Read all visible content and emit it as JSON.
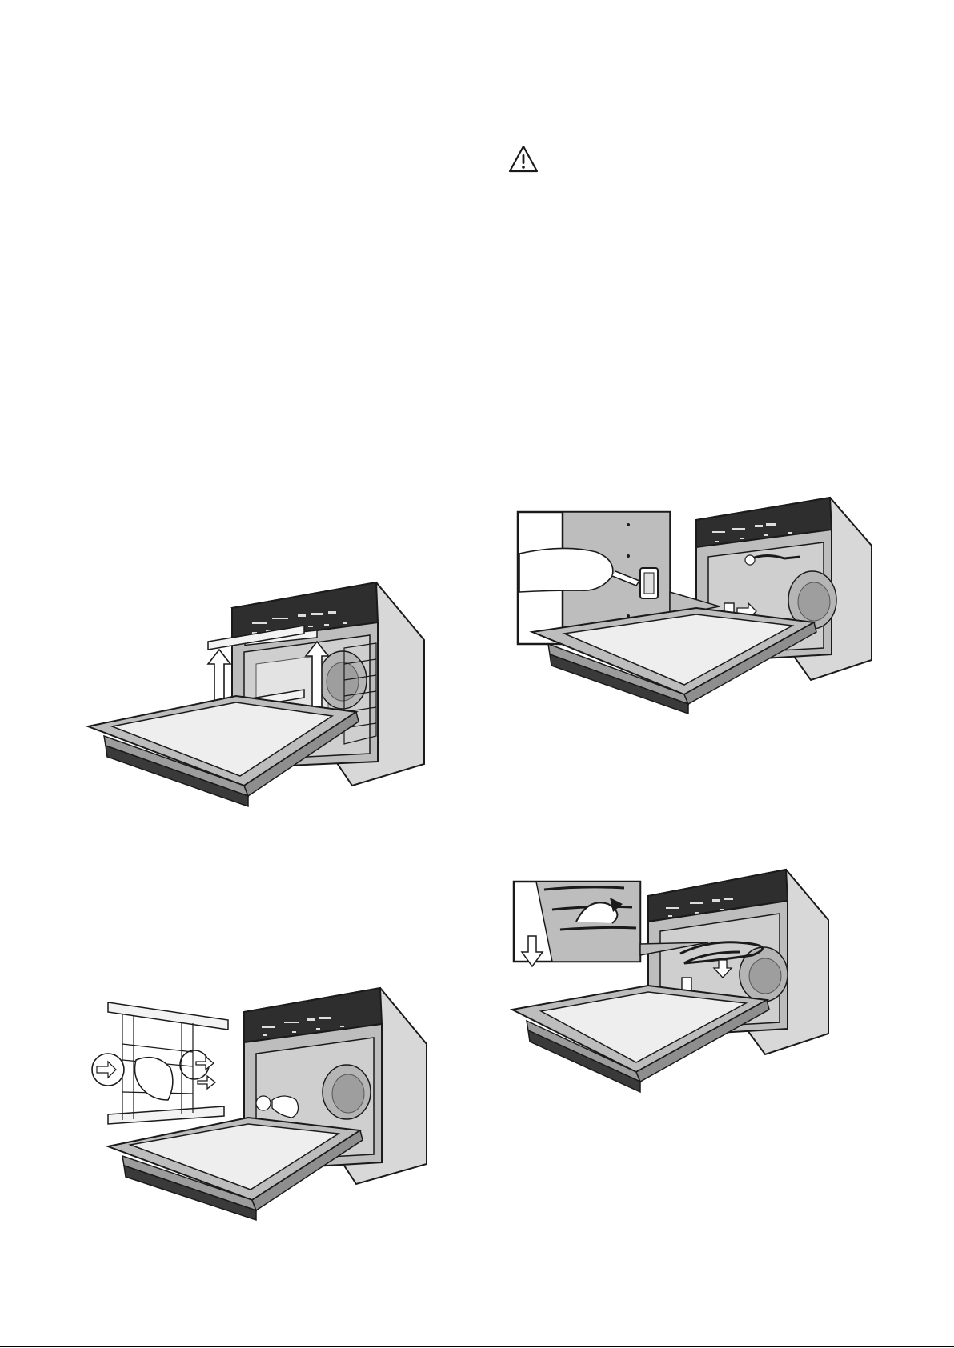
{
  "page": {
    "icons": {
      "warning": "warning-triangle-icon"
    },
    "figures": [
      "figure-remove-shelf-supports",
      "figure-catalytic-panel-removal",
      "figure-lamp-cover-removal",
      "figure-grill-element-lowering"
    ],
    "colors": {
      "line": "#1a1a1a",
      "panel": "#3a3a3a",
      "light_gray": "#d9d9d9",
      "mid_gray": "#a8a8a8",
      "cavity": "#c9c9c9"
    }
  }
}
